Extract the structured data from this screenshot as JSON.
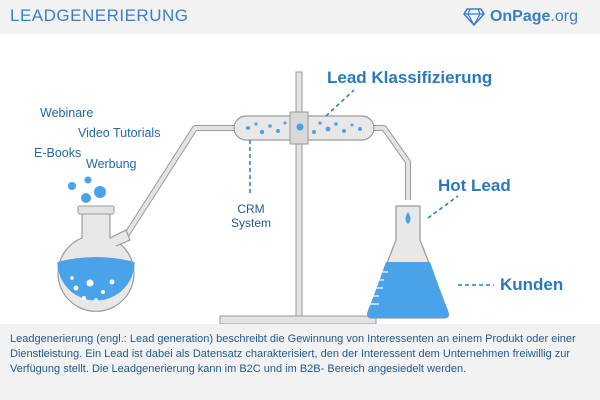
{
  "header": {
    "title": "LEADGENERIERUNG",
    "logo_text_bold": "OnPage",
    "logo_text_suffix": ".org"
  },
  "sources": {
    "webinare": "Webinare",
    "video_tutorials": "Video Tutorials",
    "ebooks": "E-Books",
    "werbung": "Werbung"
  },
  "labels": {
    "lead_klassifizierung": "Lead Klassifizierung",
    "crm_line1": "CRM",
    "crm_line2": "System",
    "hot_lead": "Hot Lead",
    "kunden": "Kunden"
  },
  "footer": {
    "text": "Leadgenerierung (engl.: Lead generation) beschreibt die Gewinnung von Interessenten an einem Produkt oder einer Dienstleistung. Ein Lead ist dabei als Datensatz charakterisiert, den der Interessent dem Unternehmen freiwillig zur Verfügung stellt. Die Leadgenerierung kann im B2C und im B2B- Bereich angesiedelt werden."
  },
  "colors": {
    "header_bg": "#f2f2f2",
    "accent_blue": "#2a79bd",
    "liquid_blue": "#4aa3e8",
    "glass_gray": "#e8e8e8",
    "outline_gray": "#9a9a9a"
  }
}
